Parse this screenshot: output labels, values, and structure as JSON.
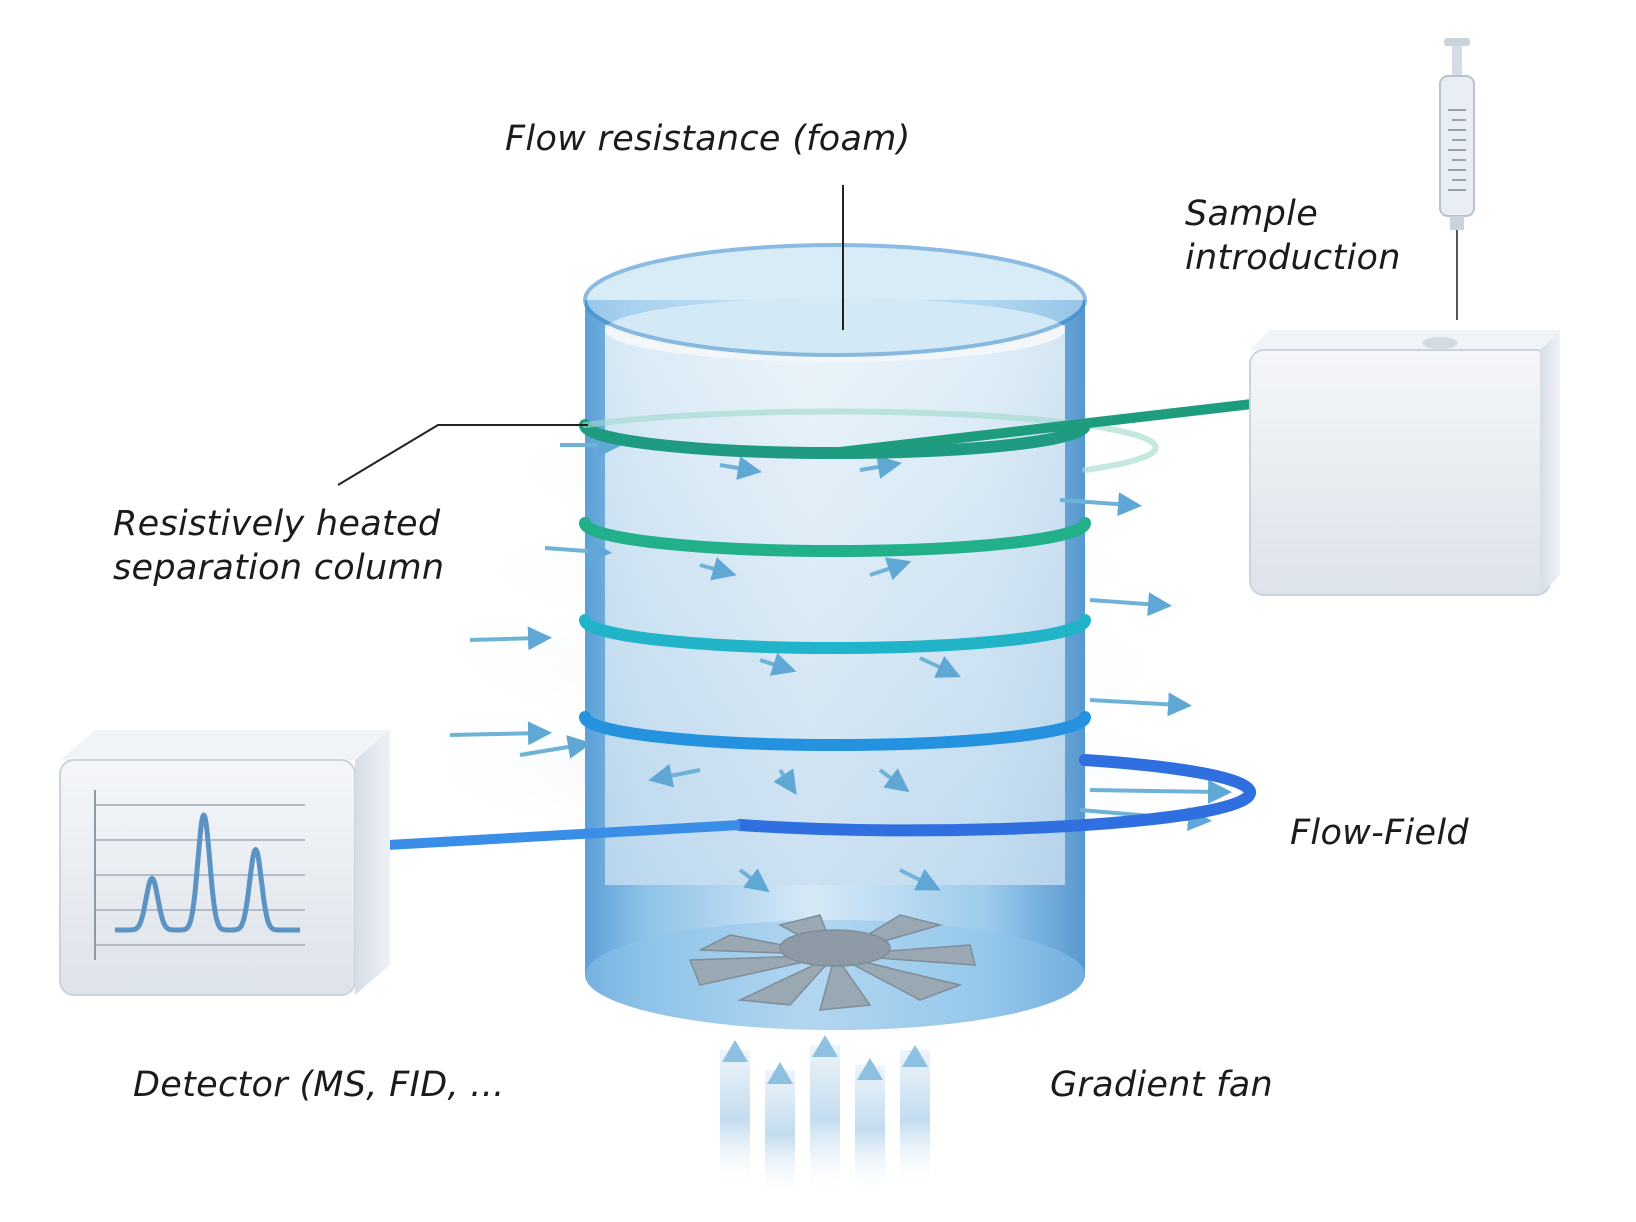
{
  "labels": {
    "flow_resistance": "Flow resistance (foam)",
    "sample_line1": "Sample",
    "sample_line2": "introduction",
    "column_line1": "Resistively heated",
    "column_line2": "separation column",
    "flow_field": "Flow-Field",
    "detector": "Detector (MS, FID, ...",
    "gradient_fan": "Gradient fan"
  },
  "detector_chart": {
    "type": "line",
    "note_peaks": [
      {
        "position": 0.2,
        "height": 0.45
      },
      {
        "position": 0.48,
        "height": 1.0
      },
      {
        "position": 0.76,
        "height": 0.7
      }
    ]
  },
  "colors": {
    "column_body": "#5aa3d6",
    "coil_top": "#2fb59a",
    "coil_bottom": "#2f6fe0",
    "box": "#e8ecf1",
    "arrow": "#6fb2d8",
    "signal": "#5b93c4"
  }
}
